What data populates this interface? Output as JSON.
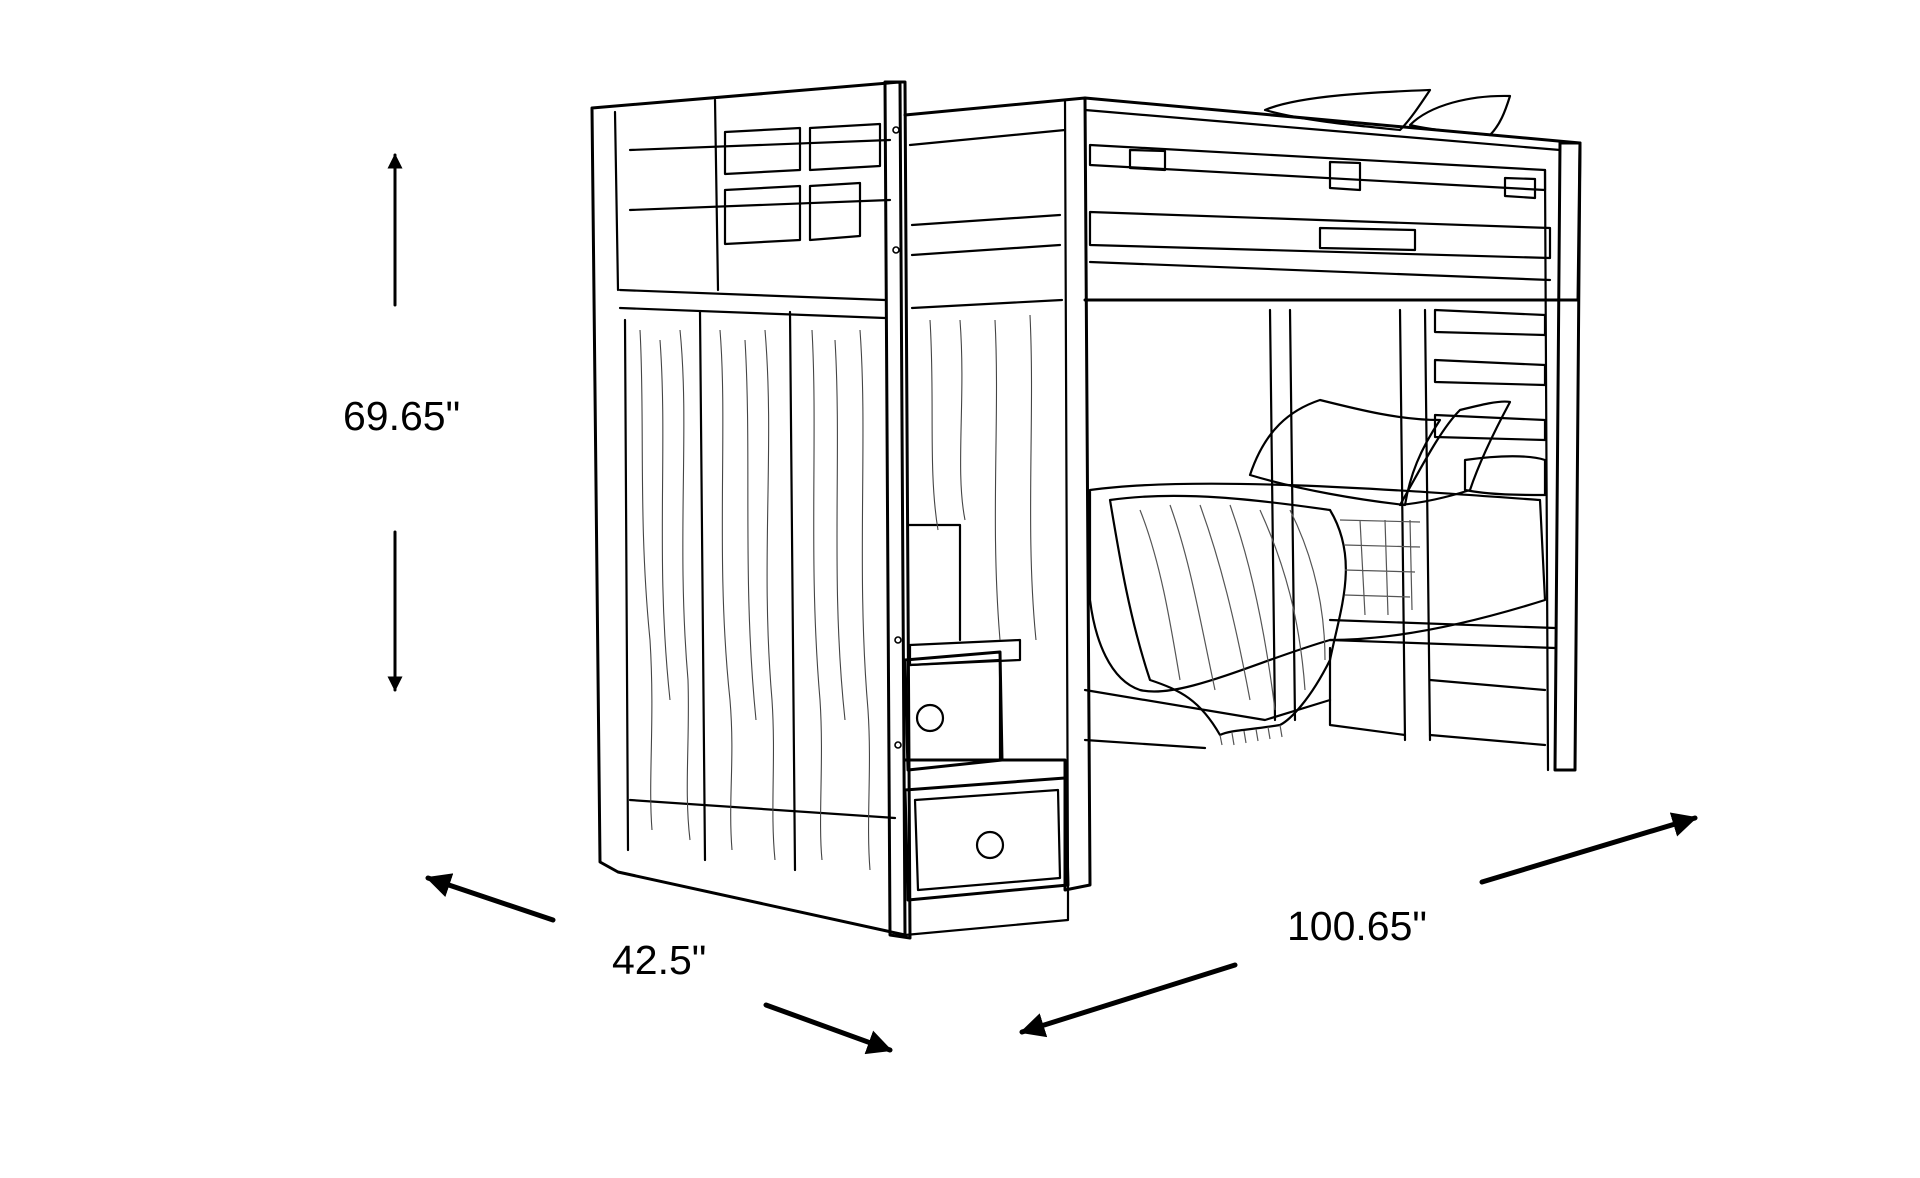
{
  "dimensions": {
    "height": "69.65\"",
    "depth": "42.5\"",
    "width": "100.65\""
  },
  "colors": {
    "background": "#ffffff",
    "line": "#000000"
  }
}
